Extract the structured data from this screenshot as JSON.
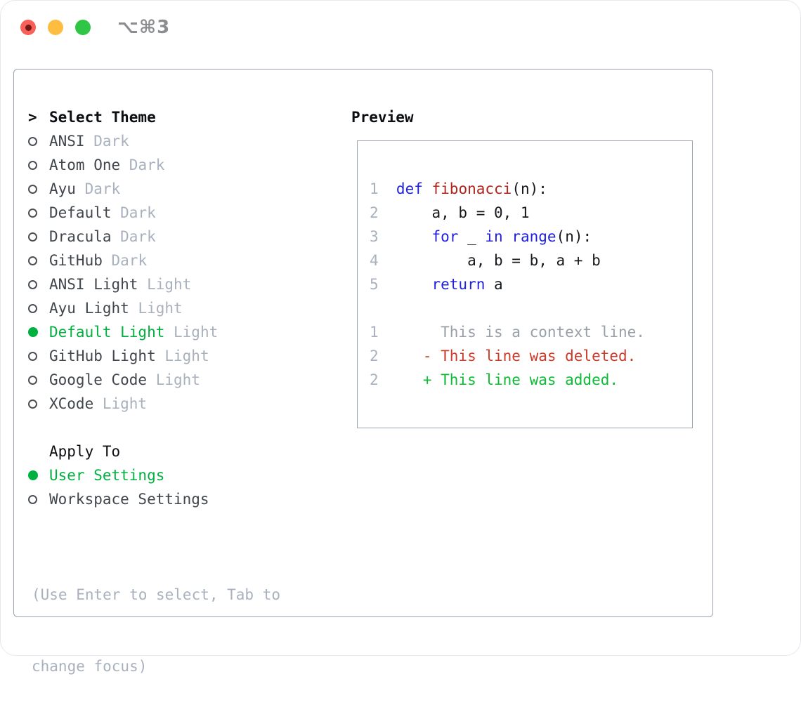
{
  "titlebar": {
    "shortcut": "⌥⌘3"
  },
  "theme_list": {
    "heading": "Select Theme",
    "items": [
      {
        "name": "ANSI",
        "variant": "Dark",
        "selected": false
      },
      {
        "name": "Atom One",
        "variant": "Dark",
        "selected": false
      },
      {
        "name": "Ayu",
        "variant": "Dark",
        "selected": false
      },
      {
        "name": "Default",
        "variant": "Dark",
        "selected": false
      },
      {
        "name": "Dracula",
        "variant": "Dark",
        "selected": false
      },
      {
        "name": "GitHub",
        "variant": "Dark",
        "selected": false
      },
      {
        "name": "ANSI Light",
        "variant": "Light",
        "selected": false
      },
      {
        "name": "Ayu Light",
        "variant": "Light",
        "selected": false
      },
      {
        "name": "Default Light",
        "variant": "Light",
        "selected": true
      },
      {
        "name": "GitHub Light",
        "variant": "Light",
        "selected": false
      },
      {
        "name": "Google Code",
        "variant": "Light",
        "selected": false
      },
      {
        "name": "XCode",
        "variant": "Light",
        "selected": false
      }
    ]
  },
  "apply_to": {
    "heading": "Apply To",
    "options": [
      {
        "label": "User Settings",
        "selected": true
      },
      {
        "label": "Workspace Settings",
        "selected": false
      }
    ]
  },
  "hint": {
    "line1": "(Use Enter to select, Tab to",
    "line2": "change focus)"
  },
  "preview": {
    "heading": "Preview",
    "lines": [
      {
        "num": "1",
        "tokens": [
          {
            "t": "def",
            "c": "kw"
          },
          {
            "t": " ",
            "c": "plain"
          },
          {
            "t": "fibonacci",
            "c": "fn"
          },
          {
            "t": "(n):",
            "c": "plain"
          }
        ]
      },
      {
        "num": "2",
        "tokens": [
          {
            "t": "    a, b = 0, 1",
            "c": "plain"
          }
        ]
      },
      {
        "num": "3",
        "tokens": [
          {
            "t": "    ",
            "c": "plain"
          },
          {
            "t": "for",
            "c": "kw"
          },
          {
            "t": " _ ",
            "c": "plain"
          },
          {
            "t": "in",
            "c": "kw"
          },
          {
            "t": " ",
            "c": "plain"
          },
          {
            "t": "range",
            "c": "kw"
          },
          {
            "t": "(n):",
            "c": "plain"
          }
        ]
      },
      {
        "num": "4",
        "tokens": [
          {
            "t": "        a, b = b, a + b",
            "c": "plain"
          }
        ]
      },
      {
        "num": "5",
        "tokens": [
          {
            "t": "    ",
            "c": "plain"
          },
          {
            "t": "return",
            "c": "kw"
          },
          {
            "t": " a",
            "c": "plain"
          }
        ]
      },
      {
        "num": "",
        "tokens": []
      },
      {
        "num": "1",
        "tokens": [
          {
            "t": "     This is a context line.",
            "c": "ctx"
          }
        ]
      },
      {
        "num": "2",
        "tokens": [
          {
            "t": "   ",
            "c": "plain"
          },
          {
            "t": "- This line was deleted.",
            "c": "del"
          }
        ]
      },
      {
        "num": "2",
        "tokens": [
          {
            "t": "   ",
            "c": "plain"
          },
          {
            "t": "+ This line was added.",
            "c": "add"
          }
        ]
      }
    ]
  },
  "colors": {
    "accent_green": "#00b140",
    "keyword_blue": "#2121dd",
    "function_red": "#b02419",
    "deleted_red": "#cd3a2a",
    "added_green": "#0ebb35",
    "context_gray": "#999fa7",
    "code_text": "#15181d",
    "item_text": "#41464d",
    "heading_text": "#0c0e12",
    "muted_gray": "#a8b1bd",
    "border_gray": "#9aa3ad",
    "radio_outline": "#4b5056",
    "title_gray": "#8c8d91",
    "traffic_red": "#f8605a",
    "traffic_red_dot": "#731812",
    "traffic_yellow": "#fcbd40",
    "traffic_green": "#2ec644"
  }
}
